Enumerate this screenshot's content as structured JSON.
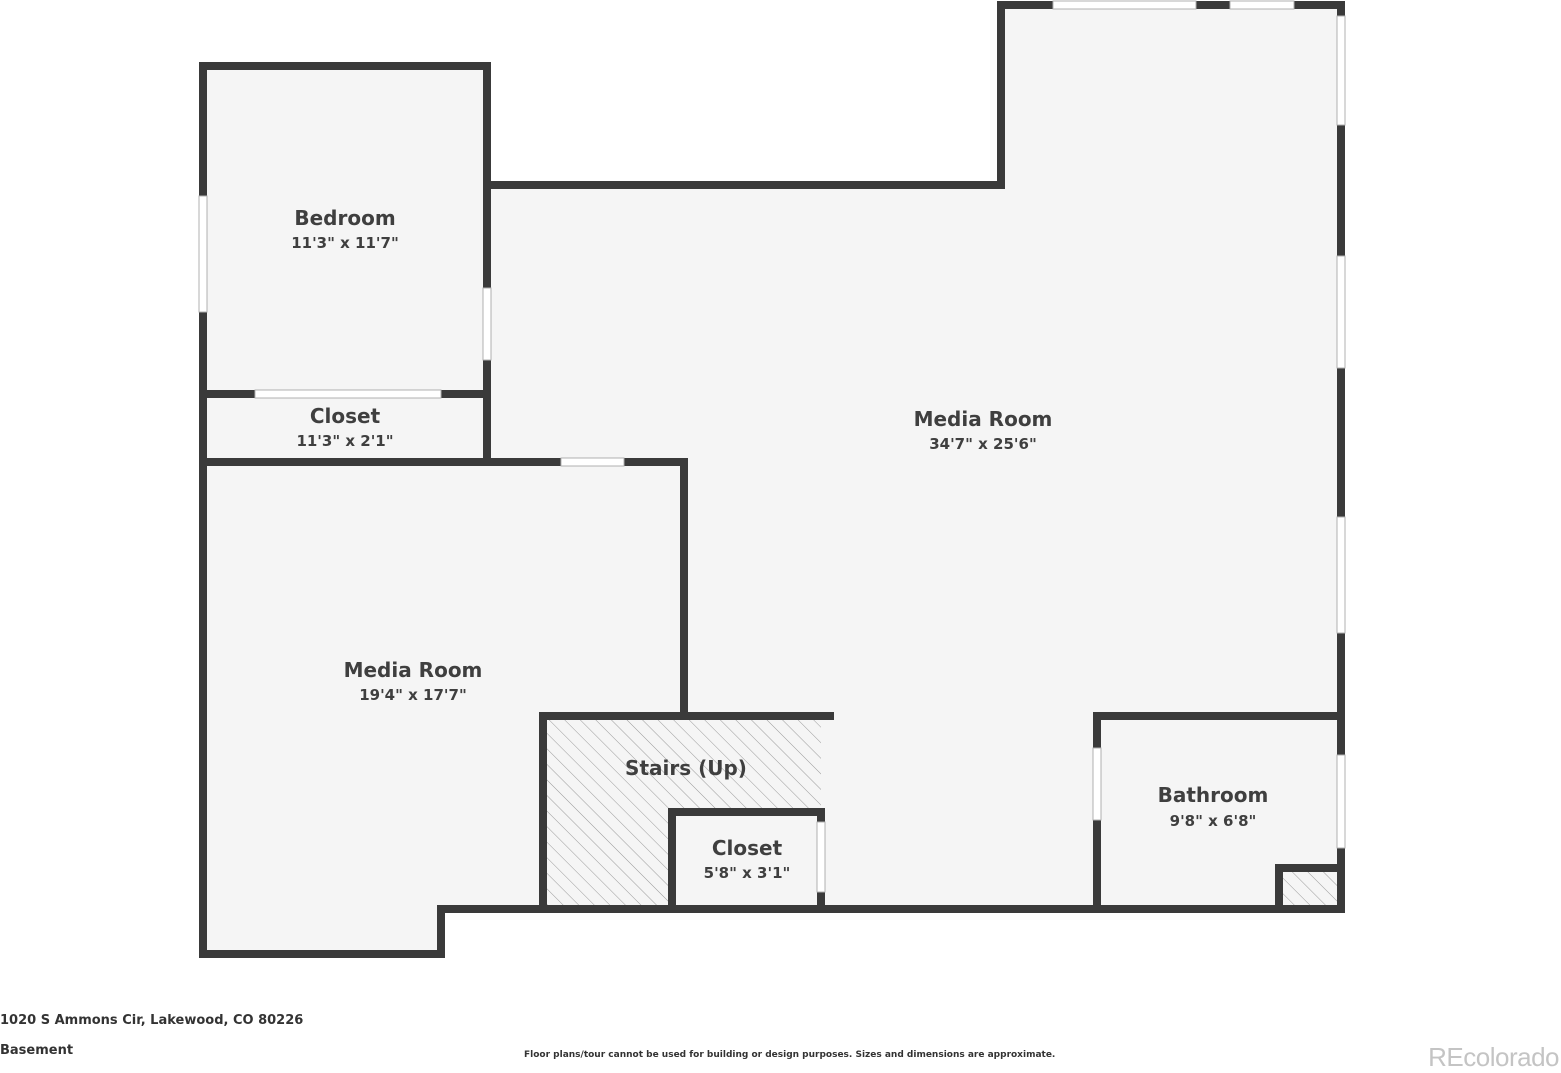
{
  "plan": {
    "rooms": [
      {
        "id": "bedroom",
        "name": "Bedroom",
        "dims": "11'3\" x 11'7\""
      },
      {
        "id": "closet-1",
        "name": "Closet",
        "dims": "11'3\" x 2'1\""
      },
      {
        "id": "media-room-large",
        "name": "Media Room",
        "dims": "34'7\" x 25'6\""
      },
      {
        "id": "media-room-small",
        "name": "Media Room",
        "dims": "19'4\" x 17'7\""
      },
      {
        "id": "stairs",
        "name": "Stairs (Up)",
        "dims": ""
      },
      {
        "id": "closet-2",
        "name": "Closet",
        "dims": "5'8\" x 3'1\""
      },
      {
        "id": "bathroom",
        "name": "Bathroom",
        "dims": "9'8\" x 6'8\""
      }
    ],
    "colors": {
      "wall": "#3a3a3a",
      "floor": "#f5f5f5",
      "window": "#ffffff",
      "hatch": "#9a9a9a"
    }
  },
  "footer": {
    "address": "1020 S Ammons Cir, Lakewood, CO 80226",
    "level": "Basement",
    "disclaimer": "Floor plans/tour cannot be used for building or design purposes. Sizes and dimensions are approximate."
  },
  "brand": {
    "name": "REcolorado"
  }
}
